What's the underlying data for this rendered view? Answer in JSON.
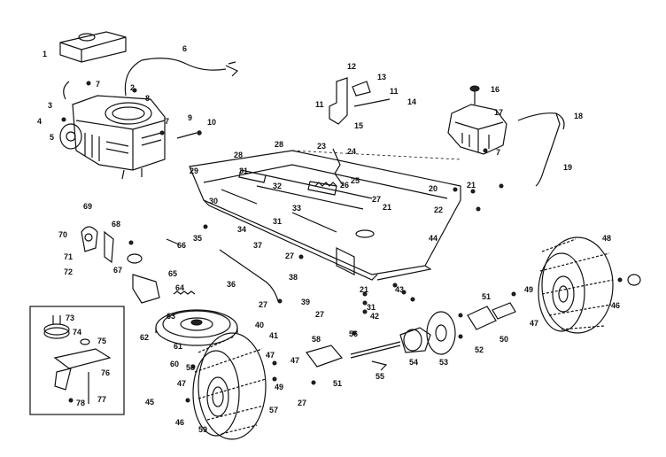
{
  "callouts": [
    "1",
    "2",
    "3",
    "4",
    "5",
    "6",
    "7",
    "7",
    "7",
    "8",
    "9",
    "10",
    "11",
    "11",
    "12",
    "13",
    "14",
    "15",
    "16",
    "17",
    "18",
    "19",
    "20",
    "21",
    "21",
    "21",
    "22",
    "23",
    "24",
    "25",
    "26",
    "27",
    "27",
    "27",
    "27",
    "27",
    "28",
    "28",
    "29",
    "30",
    "31",
    "31",
    "31",
    "32",
    "33",
    "34",
    "35",
    "36",
    "37",
    "38",
    "39",
    "40",
    "41",
    "42",
    "43",
    "44",
    "45",
    "46",
    "46",
    "47",
    "47",
    "47",
    "47",
    "48",
    "49",
    "49",
    "50",
    "51",
    "51",
    "52",
    "53",
    "54",
    "55",
    "56",
    "57",
    "58",
    "58",
    "59",
    "60",
    "61",
    "62",
    "63",
    "64",
    "65",
    "66",
    "67",
    "68",
    "69",
    "70",
    "71",
    "72",
    "73",
    "74",
    "75",
    "76",
    "77",
    "78"
  ]
}
